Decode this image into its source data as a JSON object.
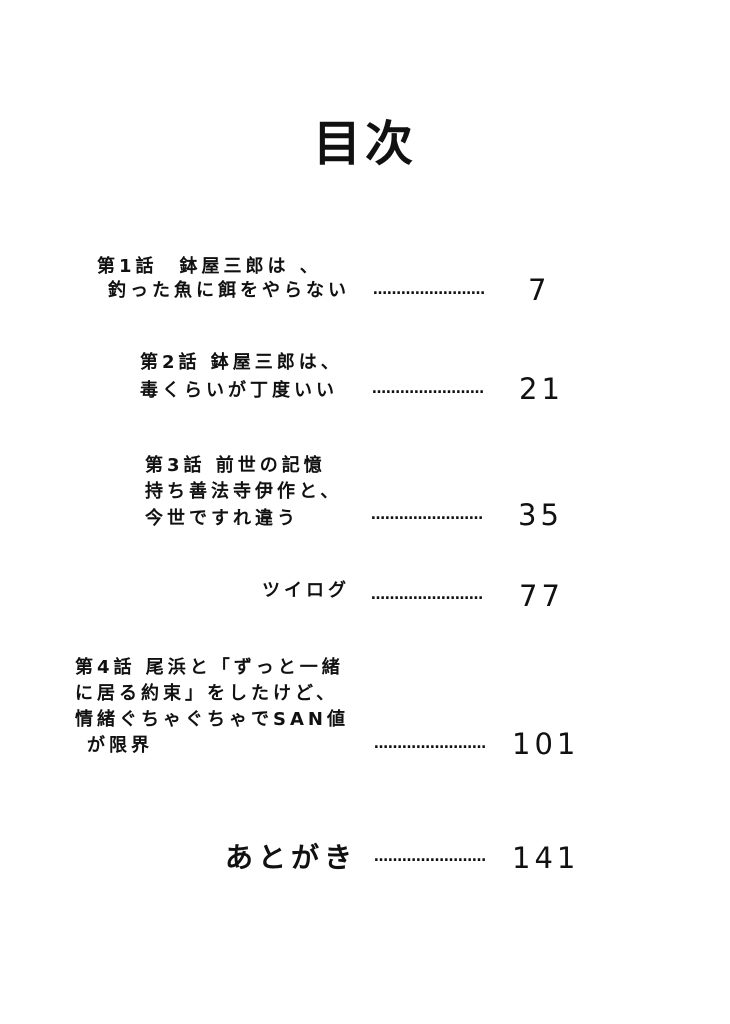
{
  "title": "目次",
  "dots": "……………………",
  "entries": [
    {
      "lines": [
        "第1話　鉢屋三郎は 、",
        "釣った魚に餌をやらない"
      ],
      "page": "7"
    },
    {
      "lines": [
        "第2話 鉢屋三郎は、",
        "毒くらいが丁度いい"
      ],
      "page": "21"
    },
    {
      "lines": [
        "第3話 前世の記憶",
        "持ち善法寺伊作と、",
        "今世ですれ違う"
      ],
      "page": "35"
    },
    {
      "lines": [
        "ツイログ"
      ],
      "page": "77"
    },
    {
      "lines": [
        "第4話 尾浜と「ずっと一緒",
        "に居る約束」をしたけど、",
        "情緒ぐちゃぐちゃでSAN値",
        "が限界"
      ],
      "page": "101"
    },
    {
      "lines": [
        "あとがき"
      ],
      "page": "141"
    }
  ]
}
